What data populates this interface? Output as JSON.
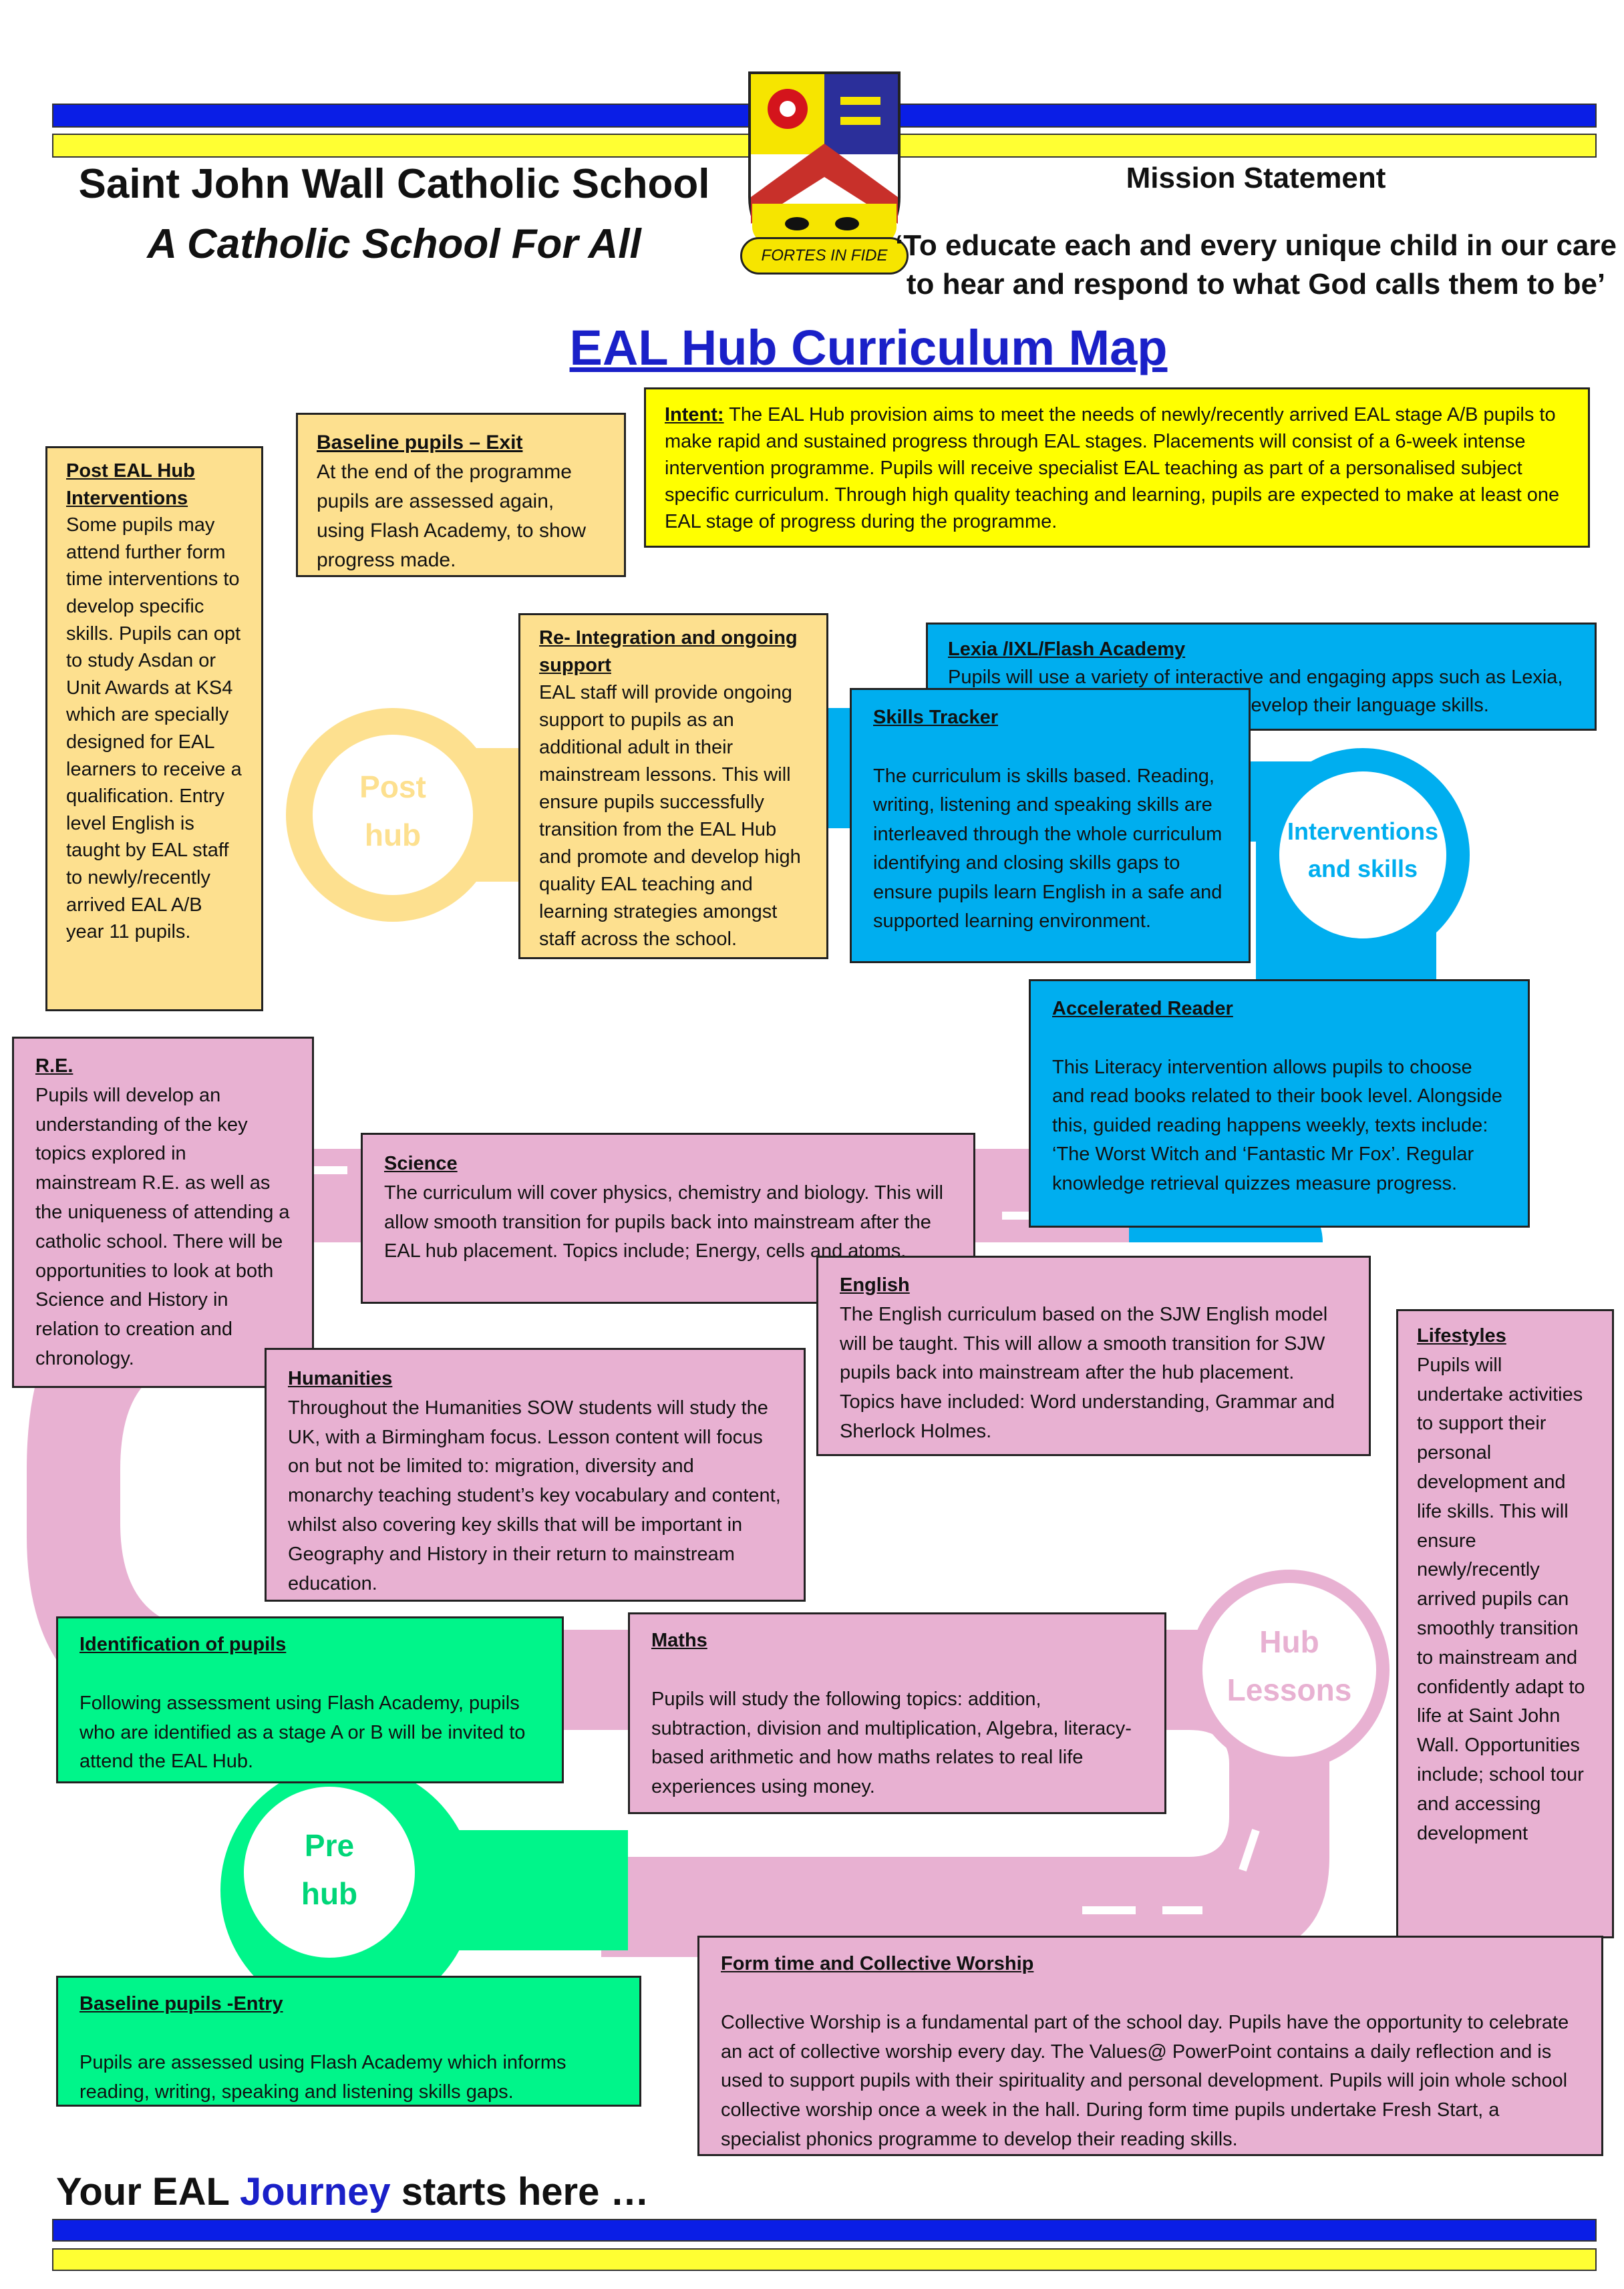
{
  "header": {
    "school_name": "Saint John Wall Catholic School",
    "school_tagline": "A Catholic School For All",
    "crest_motto": "FORTES IN FIDE",
    "mission_heading": "Mission Statement",
    "mission_line1": "‘To educate each and every unique child in our care",
    "mission_line2": "to hear and respond to what God calls them to be’"
  },
  "title": "EAL Hub Curriculum Map",
  "circles": {
    "post_hub": [
      "Post",
      "hub"
    ],
    "interventions": [
      "Interventions",
      "and skills"
    ],
    "lessons": [
      "Hub",
      "Lessons"
    ],
    "pre_hub": [
      "Pre",
      "hub"
    ]
  },
  "boxes": {
    "intent": {
      "heading": "Intent:",
      "text": " The EAL Hub provision aims to meet the needs of newly/recently arrived EAL stage A/B pupils to make rapid and sustained progress through EAL stages. Placements will consist of a 6-week intense intervention programme. Pupils will receive specialist EAL teaching as part of a personalised subject specific curriculum. Through high quality teaching and learning, pupils are expected to make at least one EAL stage of progress during the programme."
    },
    "baseline_exit": {
      "heading": "Baseline pupils – Exit",
      "text": "At the end of the programme pupils are assessed again, using Flash Academy, to show progress made."
    },
    "post_eal": {
      "heading": "Post EAL Hub Interventions",
      "text": "Some pupils may attend further form time interventions to develop specific skills. Pupils can opt to study Asdan or Unit Awards at KS4 which are specially designed for EAL learners to receive a qualification. Entry level English is taught by EAL staff to newly/recently arrived EAL A/B year 11 pupils."
    },
    "reintegration": {
      "heading": "Re- Integration and ongoing support",
      "text": "EAL staff will provide ongoing support to pupils as an additional adult in their mainstream lessons. This will ensure pupils successfully transition from the EAL Hub and promote and develop high quality EAL teaching and learning strategies amongst staff across the school."
    },
    "lexia": {
      "heading": "Lexia /IXL/Flash Academy",
      "text": "Pupils will use a variety of interactive and engaging apps such as Lexia, IXL and Flash Academy to further develop their language skills."
    },
    "skills_tracker": {
      "heading": "Skills Tracker",
      "text": "The curriculum is skills based. Reading, writing, listening and speaking skills are interleaved through the whole curriculum identifying and closing skills gaps to ensure pupils learn English in a safe and supported learning environment."
    },
    "accelerated": {
      "heading": "Accelerated Reader",
      "text": "This Literacy intervention allows pupils to choose and read books related to their book level. Alongside this, guided reading happens weekly, texts include: ‘The Worst Witch and ‘Fantastic Mr Fox’. Regular knowledge retrieval quizzes measure progress."
    },
    "re": {
      "heading": "R.E.",
      "text": "Pupils will develop an understanding of the key topics explored in mainstream R.E. as well as the uniqueness of attending a catholic school. There will be opportunities to look at both Science and History in relation to creation and chronology."
    },
    "science": {
      "heading": "Science",
      "text": "The curriculum will cover physics, chemistry and biology. This will allow smooth transition for pupils back into mainstream after the EAL hub placement. Topics include; Energy, cells and atoms."
    },
    "english": {
      "heading": "English",
      "text": "The English curriculum based on the SJW English model will be taught. This will allow a smooth transition for SJW pupils back into mainstream after the hub placement. Topics have included: Word understanding, Grammar and Sherlock Holmes."
    },
    "lifestyles": {
      "heading": "Lifestyles",
      "text": "Pupils will undertake activities to support their personal development and life skills. This will ensure newly/recently arrived pupils can smoothly transition to mainstream and confidently adapt to life at Saint John Wall. Opportunities include; school tour and accessing development"
    },
    "humanities": {
      "heading": "Humanities",
      "text": "Throughout the Humanities SOW students will study the UK, with a Birmingham focus. Lesson content will focus on but not be limited to: migration, diversity and monarchy teaching student’s key vocabulary and content, whilst also covering key skills that will be important in Geography and History in their return to mainstream education."
    },
    "identification": {
      "heading": "Identification of pupils",
      "text": "Following assessment using Flash Academy, pupils who are identified as a stage A or B will be invited to attend the EAL Hub."
    },
    "maths": {
      "heading": "Maths",
      "text": "Pupils will study the following topics: addition, subtraction, division and multiplication, Algebra, literacy-based arithmetic and how maths relates to real life experiences using money."
    },
    "form_time": {
      "heading": "Form time and Collective Worship",
      "text": "Collective Worship is a fundamental part of the school day. Pupils have the opportunity to celebrate an act of collective worship every day. The Values@ PowerPoint contains a daily reflection and is used to support pupils with their spirituality and personal development. Pupils will join whole school collective worship once a week in the hall. During form time pupils undertake Fresh Start, a specialist phonics programme to develop their reading skills."
    },
    "baseline_entry": {
      "heading": "Baseline pupils -Entry",
      "text": "Pupils are assessed using Flash Academy which informs reading, writing, speaking and listening skills gaps."
    }
  },
  "footer": {
    "part1": "Your EAL ",
    "part2": "Journey",
    "part3": " starts here …"
  },
  "colors": {
    "band_blue": "#0a1ee6",
    "band_yellow": "#ffff33",
    "title_blue": "#1a20c8",
    "pink": "#e8b1d2",
    "blue": "#00aeef",
    "green": "#00f58a",
    "pale_yellow": "#fde08f"
  }
}
